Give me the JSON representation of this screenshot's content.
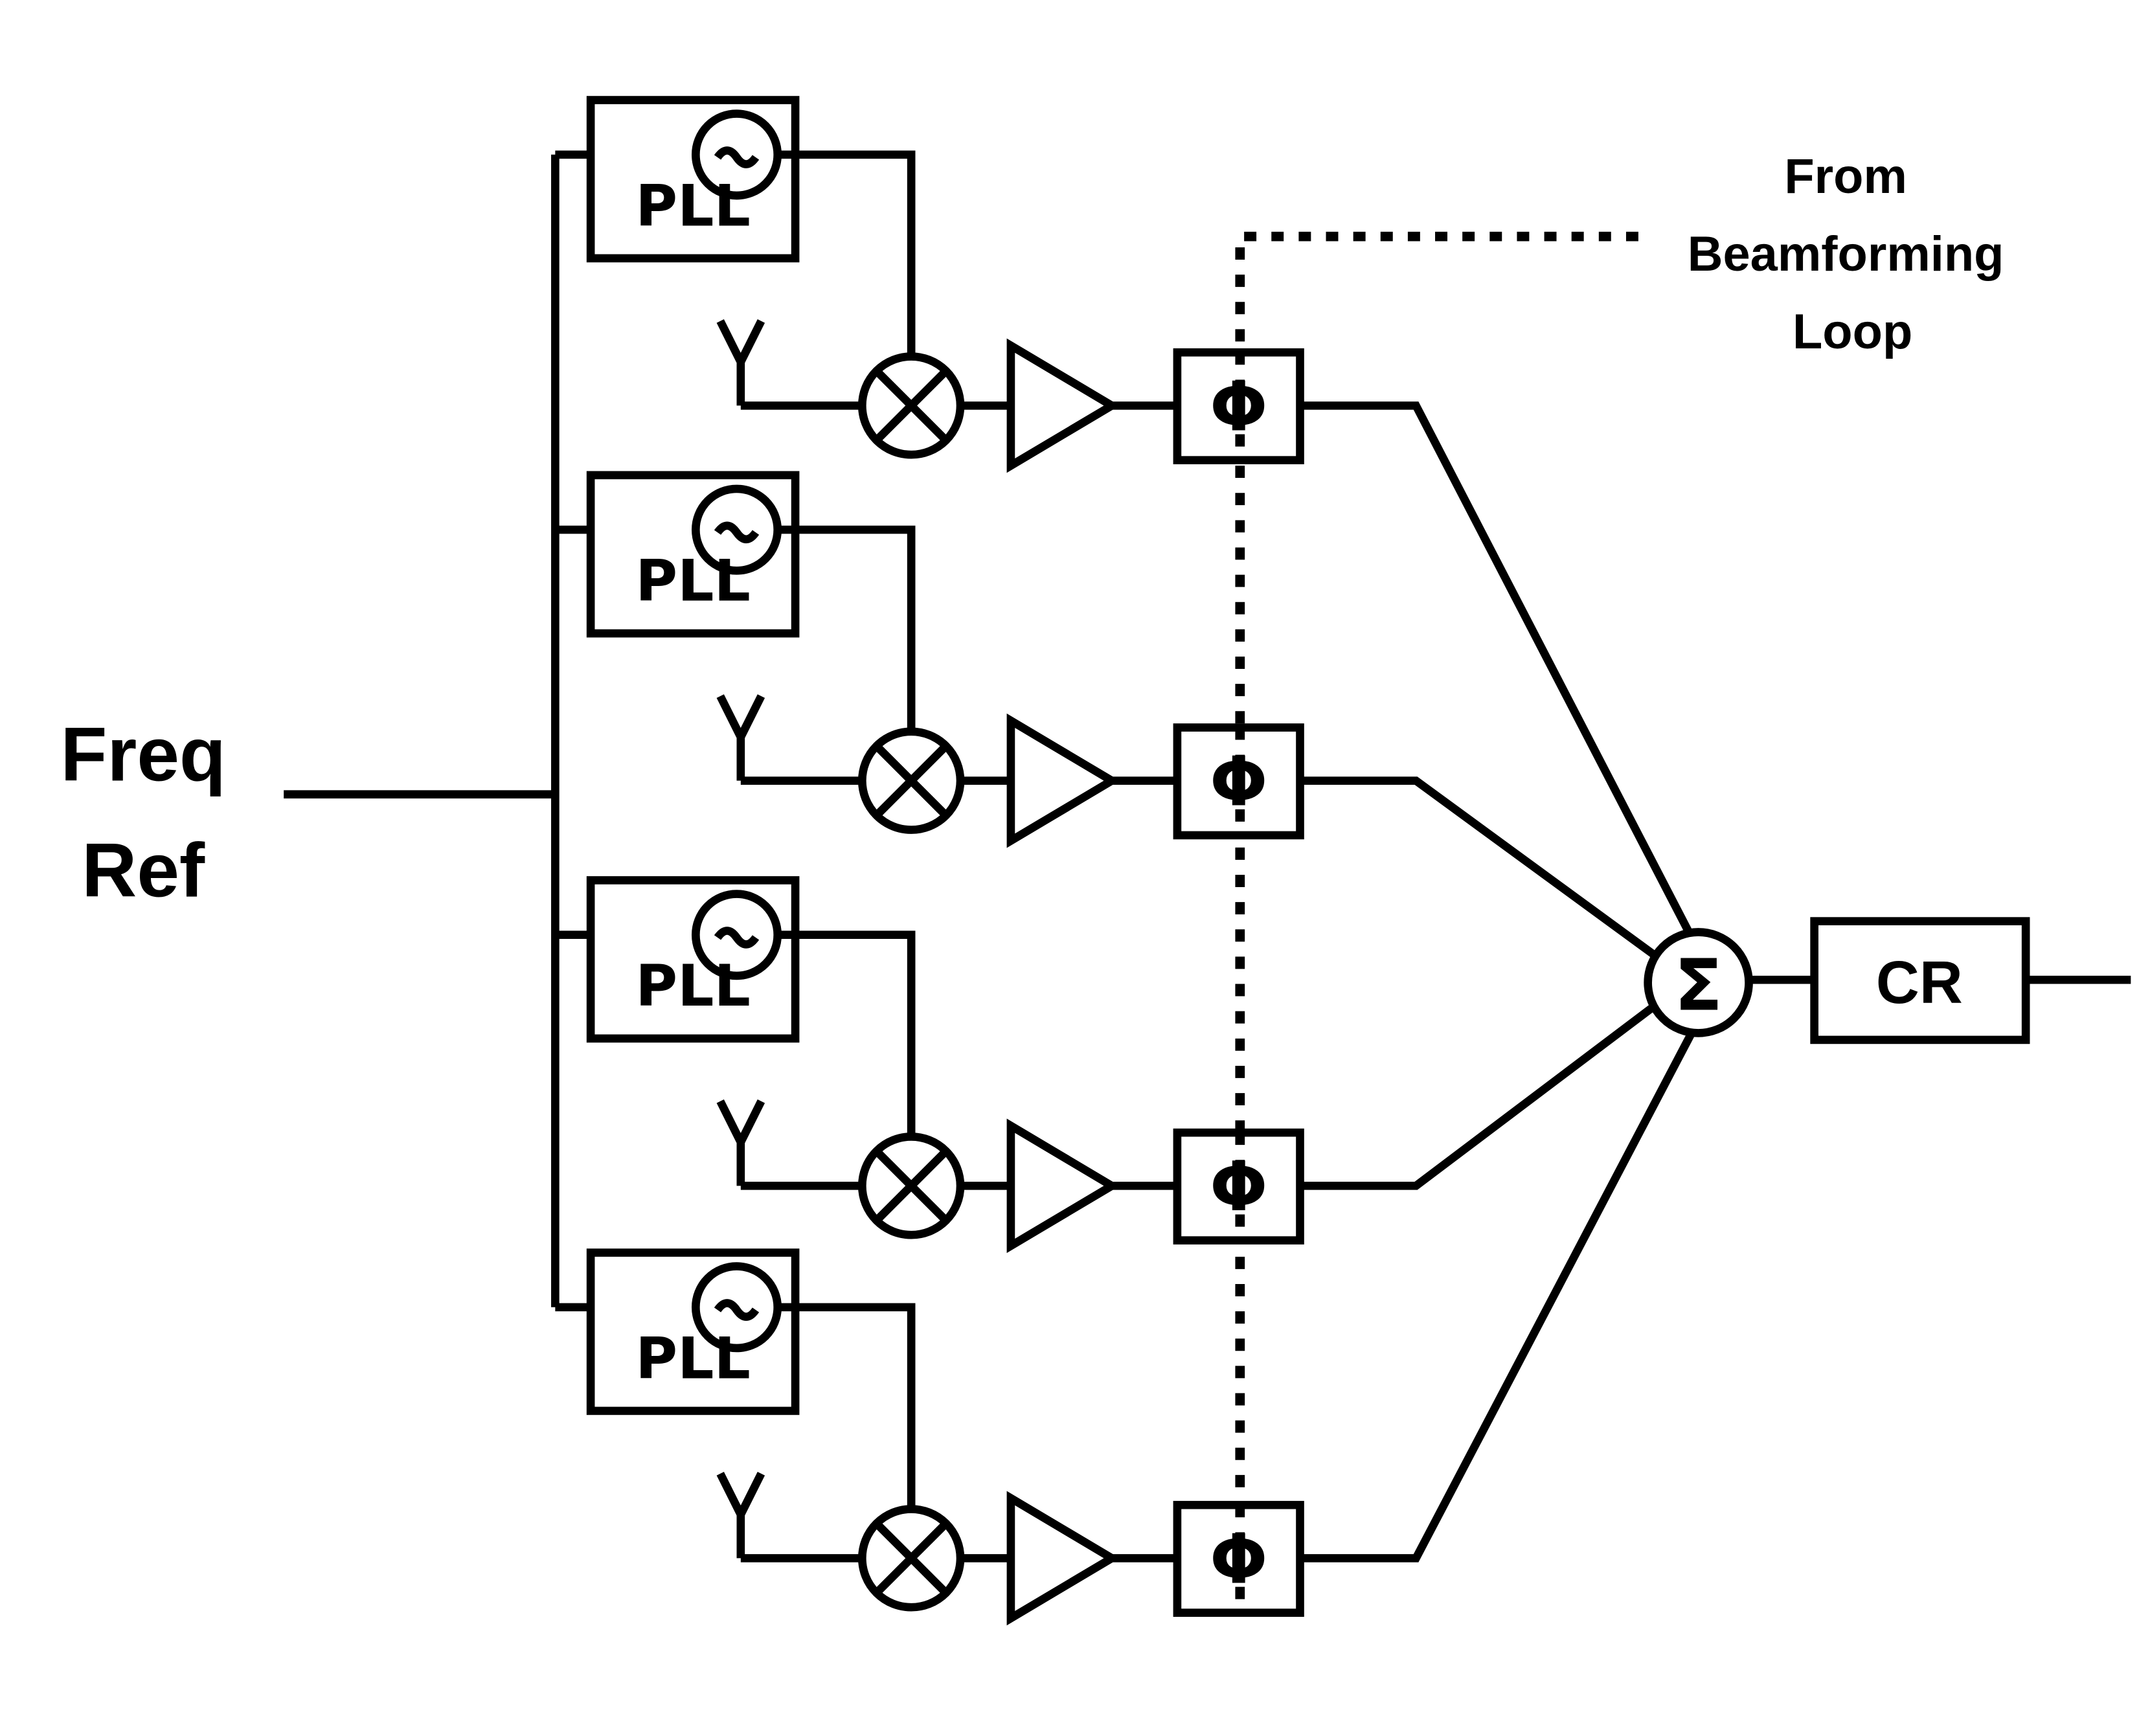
{
  "diagram": {
    "input_label_line1": "Freq",
    "input_label_line2": "Ref",
    "pll_label": "PLL",
    "phase_shifter_symbol": "Φ",
    "summer_symbol": "Σ",
    "cr_label": "CR",
    "beamforming_line1": "From",
    "beamforming_line2": "Beamforming",
    "beamforming_line3": "Loop",
    "channel_count": 4,
    "icons": [
      "oscillator-icon",
      "mixer-icon",
      "amplifier-icon",
      "antenna-icon"
    ]
  }
}
